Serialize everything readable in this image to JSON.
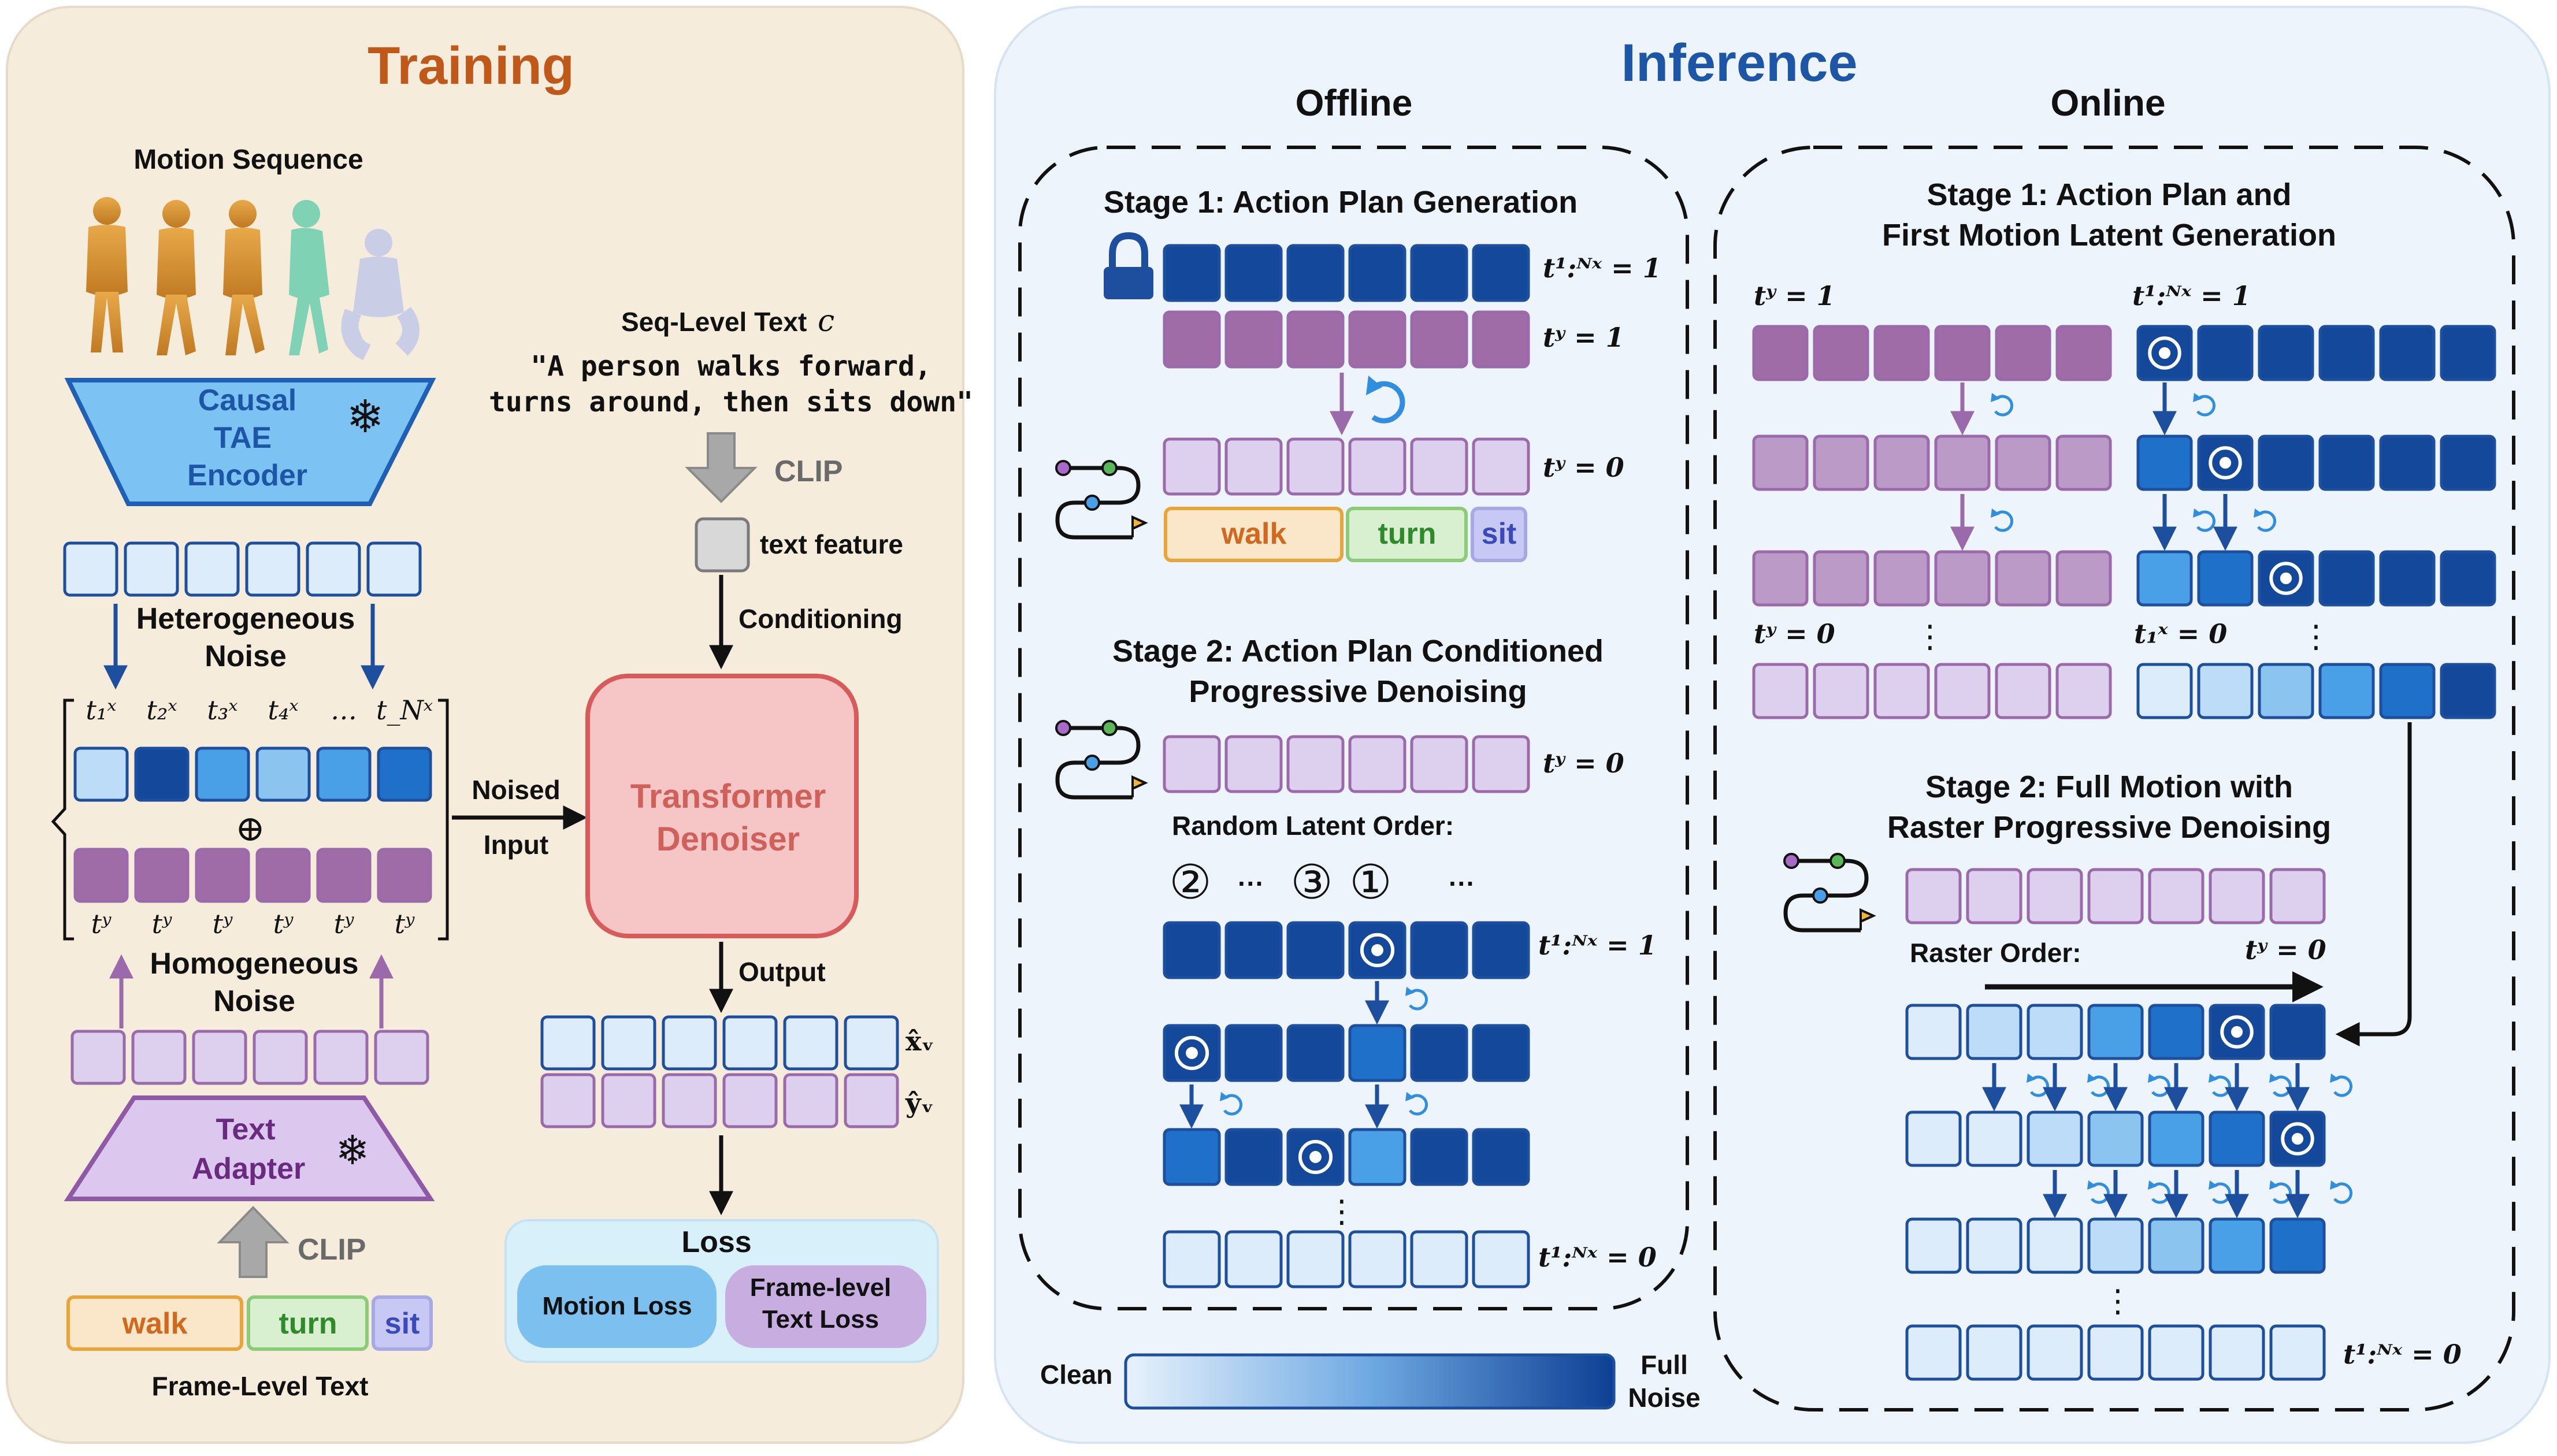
{
  "training": {
    "title": "Training",
    "motion_sequence": "Motion Sequence",
    "encoder": [
      "Causal",
      "TAE",
      "Encoder"
    ],
    "snowflake": "❄",
    "hetero_noise": [
      "Heterogeneous",
      "Noise"
    ],
    "t_x": [
      "t₁ˣ",
      "t₂ˣ",
      "t₃ˣ",
      "t₄ˣ",
      "…",
      "t_Nˣ"
    ],
    "t_y": "tʸ",
    "oplus": "⊕",
    "homo_noise": [
      "Homogeneous",
      "Noise"
    ],
    "adapter": [
      "Text",
      "Adapter"
    ],
    "clip": "CLIP",
    "frame_tags": [
      "walk",
      "turn",
      "sit"
    ],
    "frame_level_text": "Frame-Level Text",
    "seq_level_text": "Seq-Level Text",
    "seq_symbol": "c",
    "prompt_line1": "\"A person walks forward,",
    "prompt_line2": "turns around, then sits down\"",
    "text_feature": "text feature",
    "conditioning": "Conditioning",
    "noised_input": [
      "Noised",
      "Input"
    ],
    "denoiser": [
      "Transformer",
      "Denoiser"
    ],
    "output": "Output",
    "x_hat": "x̂ᵥ",
    "y_hat": "ŷᵥ",
    "loss_title": "Loss",
    "motion_loss": "Motion Loss",
    "frame_loss": [
      "Frame-level",
      "Text Loss"
    ]
  },
  "inference": {
    "title": "Inference",
    "offline_title": "Offline",
    "online_title": "Online",
    "off_stage1": "Stage 1: Action Plan Generation",
    "off_stage2": [
      "Stage 2: Action Plan Conditioned",
      "Progressive Denoising"
    ],
    "random_order": "Random Latent Order:",
    "circled": [
      "②",
      "③",
      "①"
    ],
    "dots": "···",
    "on_stage1": [
      "Stage 1: Action Plan and",
      "First Motion Latent Generation"
    ],
    "on_stage2": [
      "Stage 2: Full Motion with",
      "Raster Progressive Denoising"
    ],
    "raster_order": "Raster Order:",
    "label_tx1": "t¹:ᴺˣ = 1",
    "label_ty1": "tʸ = 1",
    "label_ty0": "tʸ = 0",
    "label_tx0": "t¹:ᴺˣ = 0",
    "label_t1x0": "t₁ˣ = 0",
    "vdots": "⋮",
    "tags": [
      "walk",
      "turn",
      "sit"
    ]
  },
  "legend": {
    "clean": "Clean",
    "full_noise": [
      "Full",
      "Noise"
    ]
  },
  "colors": {
    "training_bg": "#f6ecdc",
    "inference_bg": "#edf4fc",
    "title_orange": "#c0581a",
    "title_blue": "#1d56a6",
    "token_clean": "#dcecfb",
    "token_l1": "#bcdcf7",
    "token_l2": "#8cc4f0",
    "token_l3": "#4aa0e6",
    "token_l4": "#1e70c8",
    "token_dark": "#14489a",
    "purple_dark": "#a06ca8",
    "purple_mid": "#bc9ac8",
    "purple_light": "#ddd0ee",
    "walk": "#fae6c8",
    "turn": "#d8efd0",
    "sit": "#c8c8f4",
    "denoiser_fill": "#f6c6c6",
    "denoiser_stroke": "#d85a5a"
  }
}
